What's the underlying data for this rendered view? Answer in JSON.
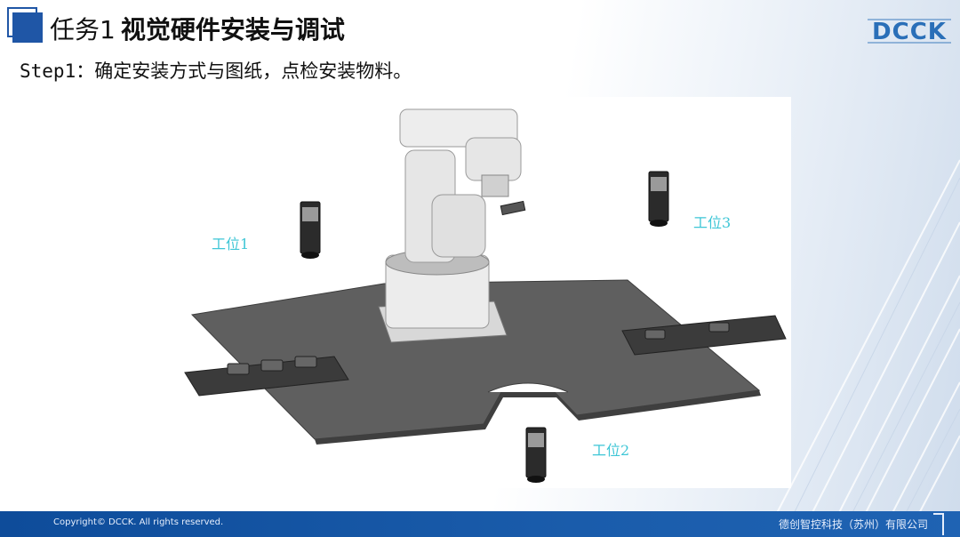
{
  "title": {
    "prefix": "任务1",
    "main": "视觉硬件安装与调试"
  },
  "logo": {
    "text": "DCCK",
    "color": "#2a6fb8"
  },
  "step": {
    "text": "Step1：确定安装方式与图纸，点检安装物料。"
  },
  "figure": {
    "stations": [
      {
        "id": "station-1",
        "label": "工位1"
      },
      {
        "id": "station-2",
        "label": "工位2"
      },
      {
        "id": "station-3",
        "label": "工位3"
      }
    ],
    "label_color": "#3ec6d6"
  },
  "footer": {
    "copyright": "Copyright© DCCK. All rights reserved.",
    "company": "德创智控科技（苏州）有限公司",
    "color": "#1a5cab"
  },
  "colors": {
    "accent": "#1f56a6",
    "table": "#5f5f5f",
    "robot": "#e6e6e6"
  }
}
